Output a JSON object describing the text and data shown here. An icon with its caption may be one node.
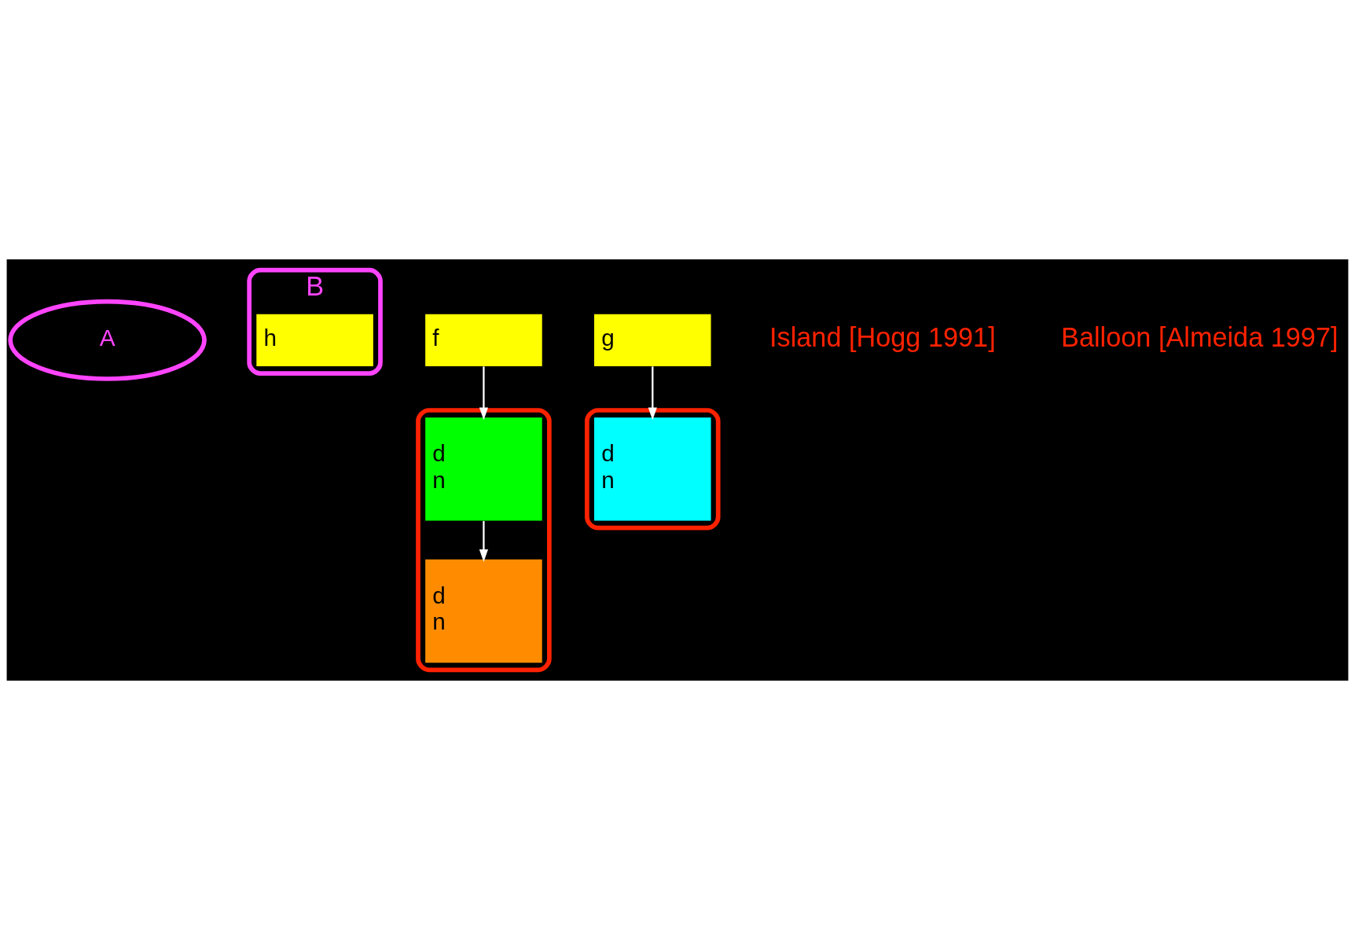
{
  "diagram": {
    "nodes": [
      {
        "text": [
          "A"
        ]
      },
      {
        "text": [
          "B"
        ]
      },
      {
        "text": [],
        "shape": "ellipse"
      },
      {
        "text": [],
        "shape": "ellipse"
      },
      {
        "text": [
          "f"
        ]
      },
      {
        "text": [
          "g"
        ]
      },
      {
        "text": [
          "h"
        ],
        "in": 1
      },
      {
        "text": [
          "d",
          "n"
        ],
        "in": 2
      },
      {
        "text": [
          "d",
          "n"
        ],
        "in": 2
      },
      {
        "text": [
          "d",
          "n"
        ],
        "in": 3
      }
    ],
    "edges": [
      {
        "from": 4,
        "to": 7,
        "arrow": "to"
      },
      {
        "from": 7,
        "to": 8,
        "arrow": "to"
      },
      {
        "from": 5,
        "to": 9,
        "arrow": "to"
      }
    ],
    "labels": [
      "Island [Hogg 1991]",
      "Balloon [Almeida 1997]"
    ]
  }
}
